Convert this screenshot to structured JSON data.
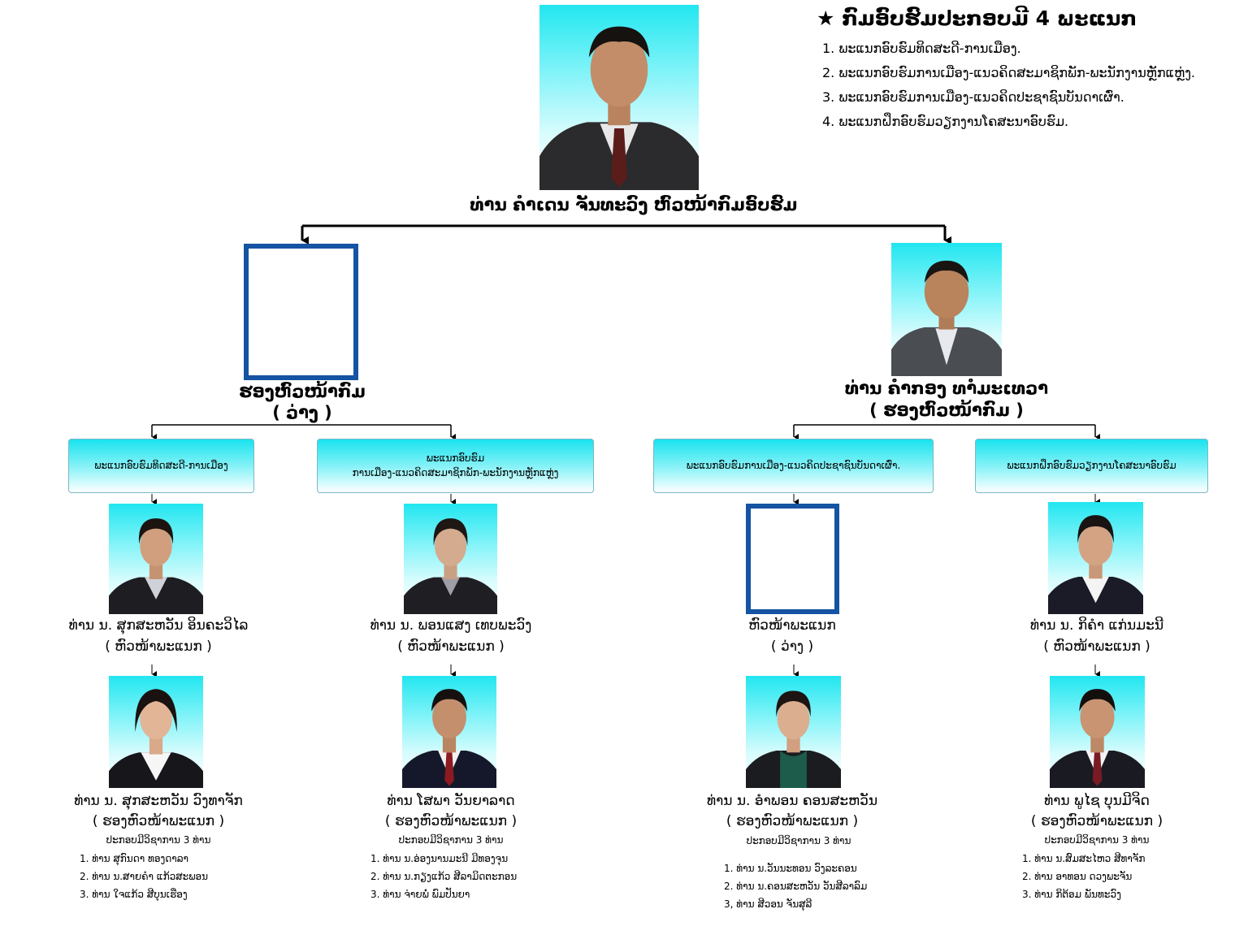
{
  "info": {
    "star": "★",
    "title": "ກົມອົບຮົມປະກອບມີ 4 ພະແນກ",
    "items": [
      "1.  ພະແນກອົບຮົມທິດສະດີ-ການເມືອງ.",
      "2.  ພະແນກອົບຮົມການເມືອງ-ແນວຄິດສະມາຊິກພັກ-ພະນັກງານຫຼັກແຫຼ່ງ.",
      "3.  ພະແນກອົບຮົມການເມືອງ-ແນວຄິດປະຊາຊົນບັນດາເຜົ່າ.",
      "4.  ພະແນກຝຶກອົບຮົມວຽກງານໂຄສະນາອົບຮົມ."
    ]
  },
  "head": {
    "caption": "ທ່ານ ຄໍາເດນ ຈັນທະວົງ ຫົວໜ້າກົມອົບຮົມ"
  },
  "deputy_left": {
    "role": "ຮອງຫົວໜ້າກົມ",
    "status": "( ວ່າງ )"
  },
  "deputy_right": {
    "name": "ທ່ານ ຄໍາກອງ ທາໍມະເທວາ",
    "role": "( ຮອງຫົວໜ້າກົມ )"
  },
  "departments": [
    {
      "label_lines": [
        "ພະແນກອົບຮົມທິດສະດີ-ການເມືອງ"
      ],
      "chief": {
        "name": "ທ່ານ ນ. ສຸກສະຫວັນ ອິນຄະວິໄລ",
        "role": "( ຫົວໜ້າພະແນກ )"
      },
      "deputy": {
        "name": "ທ່ານ ນ. ສຸກສະຫວັນ ວົງທາຈັກ",
        "role": "( ຮອງຫົວໜ້າພະແນກ )"
      },
      "staff_note": "ປະກອບມີວິຊາການ 3 ທ່ານ",
      "staff": [
        "1.  ທ່ານ  ສຸກົນດາ  ທອງດາລາ",
        "2.  ທ່ານ  ນ.ສາຍຄໍາ  ແກ້ວສະພອນ",
        "3.  ທ່ານ  ໃຈແກ້ວ  ສີບຸນເຮືອງ"
      ]
    },
    {
      "label_lines": [
        "ພະແນກອົບຮົມ",
        "ການເມືອງ-ແນວຄິດສະມາຊິກພັກ-ພະນັກງານຫຼັກແຫຼ່ງ"
      ],
      "chief": {
        "name": "ທ່ານ ນ. ພອນແສງ ເທບພະວົງ",
        "role": "( ຫົວໜ້າພະແນກ )"
      },
      "deputy": {
        "name": "ທ່ານ ໂສພາ ວັນຍາລາດ",
        "role": "( ຮອງຫົວໜ້າພະແນກ )"
      },
      "staff_note": "ປະກອບມີວິຊາການ 3 ທ່ານ",
      "staff": [
        "1.  ທ່ານ  ນ.ອ່ອງນານມະນີ  ມີທອງຈຸນ",
        "2.  ທ່ານ  ນ.ກຽງແກ້ວ  ສີລາມິດຕະກອນ",
        "3.  ທ່ານ  ຈ່າຍພໍ່  ພົມປັນຍາ"
      ]
    },
    {
      "label_lines": [
        "ພະແນກອົບຮົມການເມືອງ-ແນວຄິດປະຊາຊົນບັນດາເຜົ່າ."
      ],
      "chief": {
        "name": "ຫົວໜ້າພະແນກ",
        "role": "( ວ່າງ )"
      },
      "deputy": {
        "name": "ທ່ານ ນ. ອໍາພອນ ຄອນສະຫວັນ",
        "role": "( ຮອງຫົວໜ້າພະແນກ )"
      },
      "staff_note": "ປະກອບມີວິຊາການ 3 ທ່ານ",
      "staff": [
        "1.  ທ່ານ  ນ.ວັນນະທອນ  ວົງລະຄອນ",
        "2.  ທ່ານ  ນ.ຄອນສະຫວັນ  ວັນສີລາລົມ",
        "3,  ທ່ານ  ສີວອນ  ຈັນສຸລີ"
      ]
    },
    {
      "label_lines": [
        "ພະແນກຝຶກອົບຮົມວຽກງານໂຄສະນາອົບຮົມ"
      ],
      "chief": {
        "name": "ທ່ານ ນ. ກິຄໍາ ແກ່ນມະນີ",
        "role": "( ຫົວໜ້າພະແນກ )"
      },
      "deputy": {
        "name": "ທ່ານ ພູໄຊ ບຸນມີຈິດ",
        "role": "( ຮອງຫົວໜ້າພະແນກ )"
      },
      "staff_note": "ປະກອບມີວິຊາການ 3 ທ່ານ",
      "staff": [
        "1.  ທ່ານ  ນ.ສົມສະໄຫວ  ສີທາຈັກ",
        "2.  ທ່ານ  ອາທອນ  ດວງພະຈັນ",
        "3.  ທ່ານ  ກິຕ້ອມ  ພັນທະວົງ"
      ]
    }
  ]
}
